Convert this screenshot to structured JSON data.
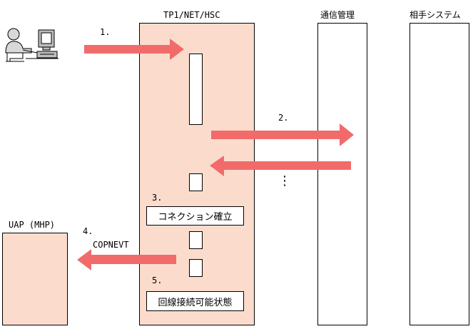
{
  "columns": {
    "tp1": "TP1/NET/HSC",
    "comm": "通信管理",
    "partner": "相手システム"
  },
  "uap_label": "UAP (MHP)",
  "steps": {
    "s1": "1.",
    "s2": "2.",
    "s3": "3.",
    "s4": "4.",
    "s5": "5."
  },
  "ellipsis": "⋮",
  "event_label": "COPNEVT",
  "boxes": {
    "connection_established": "コネクション確立",
    "line_connectable": "回線接続可能状態"
  },
  "icons": {
    "user": "user-at-computer-icon"
  },
  "colors": {
    "tp1_fill": "#fbdccc",
    "arrow": "#f26b6b",
    "uap_fill": "#fbdccc"
  }
}
